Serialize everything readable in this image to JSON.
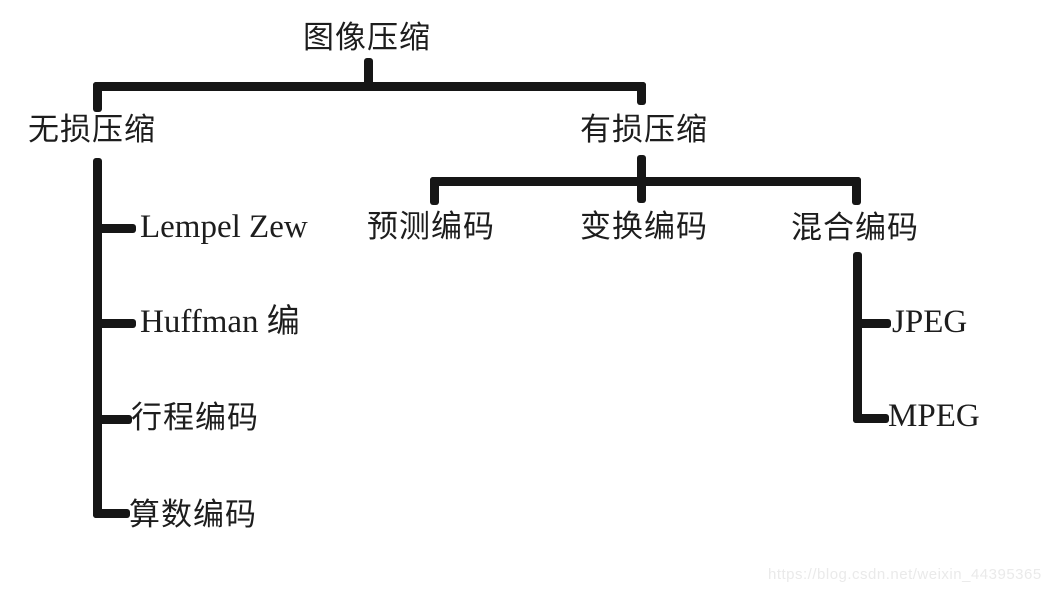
{
  "colors": {
    "background": "#ffffff",
    "line": "#161616",
    "text": "#1d1d1d",
    "watermark": "#eaeaea"
  },
  "diagram": {
    "type": "tree",
    "root": {
      "label": "图像压缩"
    },
    "lossless": {
      "label": "无损压缩",
      "children": [
        {
          "label": "Lempel Zew"
        },
        {
          "label": "Huffman 编"
        },
        {
          "label": "行程编码"
        },
        {
          "label": "算数编码"
        }
      ]
    },
    "lossy": {
      "label": "有损压缩",
      "children": [
        {
          "label": "预测编码"
        },
        {
          "label": "变换编码"
        },
        {
          "label": "混合编码"
        }
      ],
      "hybrid_children": [
        {
          "label": "JPEG"
        },
        {
          "label": "MPEG"
        }
      ]
    }
  },
  "watermark": {
    "text": "https://blog.csdn.net/weixin_44395365"
  }
}
